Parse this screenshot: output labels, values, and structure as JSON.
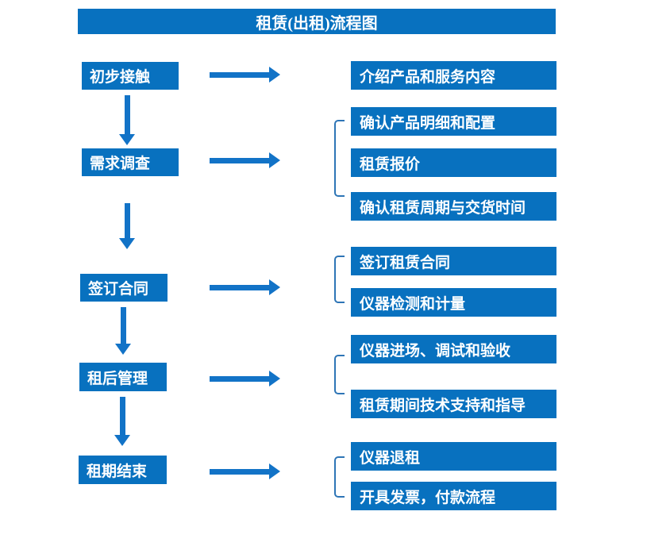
{
  "title": "租赁(出租)流程图",
  "colors": {
    "box_blue": "#0871bf",
    "arrow_blue": "#1273c7",
    "bracket_blue": "#2e75b6",
    "text_white": "#ffffff",
    "background": "#ffffff"
  },
  "steps": [
    {
      "label": "初步接触",
      "outputs": [
        "介绍产品和服务内容"
      ]
    },
    {
      "label": "需求调查",
      "outputs": [
        "确认产品明细和配置",
        "租赁报价",
        "确认租赁周期与交货时间"
      ]
    },
    {
      "label": "签订合同",
      "outputs": [
        "签订租赁合同",
        "仪器检测和计量"
      ]
    },
    {
      "label": "租后管理",
      "outputs": [
        "仪器进场、调试和验收",
        "租赁期间技术支持和指导"
      ]
    },
    {
      "label": "租期结束",
      "outputs": [
        "仪器退租",
        "开具发票，付款流程"
      ]
    }
  ]
}
